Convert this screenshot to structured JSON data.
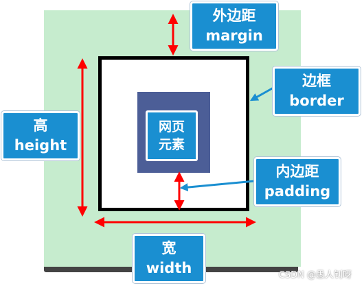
{
  "content_label": [
    "网页",
    "元素"
  ],
  "callouts": {
    "margin": {
      "zh": "外边距",
      "en": "margin"
    },
    "border": {
      "zh": "边框",
      "en": "border"
    },
    "height": {
      "zh": "高",
      "en": "height"
    },
    "padding": {
      "zh": "内边距",
      "en": "padding"
    },
    "width": {
      "zh": "宽",
      "en": "width"
    }
  },
  "watermark": "CSDN @愚人钊呀",
  "colors": {
    "margin_area": "#c6ecce",
    "content": "#4c5e97",
    "callout": "#1a8fd1",
    "arrow_red": "#ff0000",
    "pointer_blue": "#1a8fd1",
    "border": "#000000"
  }
}
